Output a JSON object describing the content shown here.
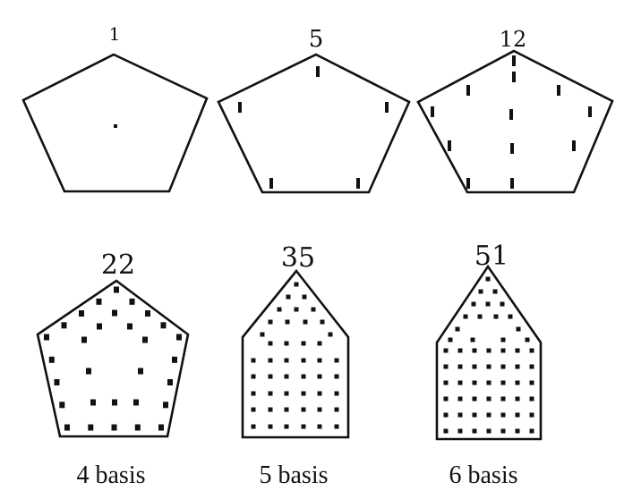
{
  "figures": [
    {
      "number": "1",
      "caption": ""
    },
    {
      "number": "5",
      "caption": ""
    },
    {
      "number": "12",
      "caption": ""
    },
    {
      "number": "22",
      "caption": "4 basis"
    },
    {
      "number": "35",
      "caption": "5 basis"
    },
    {
      "number": "51",
      "caption": "6 basis"
    }
  ],
  "colors": {
    "ink": "#111111",
    "paper": "#ffffff"
  }
}
